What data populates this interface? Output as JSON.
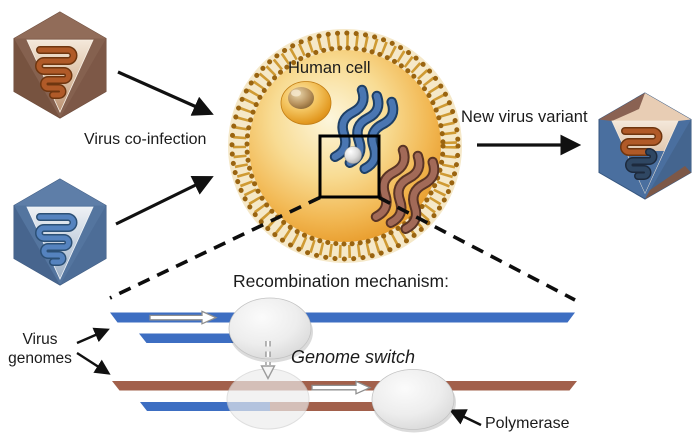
{
  "figure": {
    "labels": {
      "virus_co_infection": "Virus co-infection",
      "human_cell": "Human cell",
      "new_virus_variant": "New virus variant",
      "recombination_title": "Recombination mechanism:",
      "genome_switch": "Genome switch",
      "polymerase": "Polymerase",
      "virus_genomes_line1": "Virus",
      "virus_genomes_line2": "genomes"
    },
    "colors": {
      "virus_capsid_brown": "#85614f",
      "virus_capsid_blue": "#54759f",
      "genome_squiggle_brown": "#b05a28",
      "genome_squiggle_blue": "#5583bf",
      "cell_cytoplasm_orange": "#f2b955",
      "membrane_gold": "#cf9a33",
      "strand_blue": "#3d6ec2",
      "strand_brown": "#a2604b",
      "polymerase_gray": "#ededed",
      "arrow_black": "#111111"
    }
  }
}
